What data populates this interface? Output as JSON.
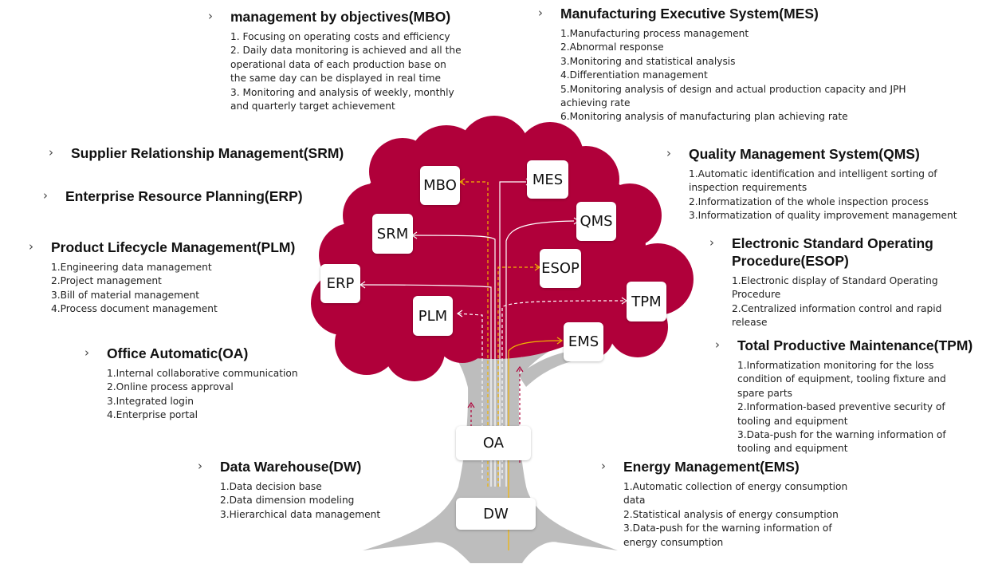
{
  "sections": {
    "mbo": {
      "title": "management by objectives(MBO)",
      "items": [
        "1. Focusing on operating costs and efficiency",
        "2. Daily data monitoring is achieved and all the operational data of each production base on the same day can be displayed in real time",
        "3. Monitoring and analysis of weekly, monthly and quarterly target achievement"
      ]
    },
    "mes": {
      "title": "Manufacturing Executive System(MES)",
      "items": [
        "1.Manufacturing process management",
        "2.Abnormal response",
        "3.Monitoring and statistical analysis",
        "4.Differentiation management",
        "5.Monitoring analysis of design and actual production capacity and JPH achieving rate",
        "6.Monitoring analysis of manufacturing plan achieving rate"
      ]
    },
    "srm": {
      "title": "Supplier Relationship Management(SRM)"
    },
    "erp": {
      "title": "Enterprise Resource Planning(ERP)"
    },
    "plm": {
      "title": "Product Lifecycle Management(PLM)",
      "items": [
        "1.Engineering data management",
        "2.Project management",
        "3.Bill of material management",
        "4.Process document management"
      ]
    },
    "oa": {
      "title": "Office Automatic(OA)",
      "items": [
        "1.Internal collaborative communication",
        "2.Online process approval",
        "3.Integrated login",
        "4.Enterprise portal"
      ]
    },
    "dw": {
      "title": "Data Warehouse(DW)",
      "items": [
        "1.Data decision base",
        "2.Data dimension modeling",
        "3.Hierarchical data management"
      ]
    },
    "qms": {
      "title": "Quality Management System(QMS)",
      "items": [
        "1.Automatic identification and intelligent sorting of inspection requirements",
        "2.Informatization of the whole inspection process",
        "3.Informatization of quality improvement management"
      ]
    },
    "esop": {
      "title": "Electronic Standard Operating Procedure(ESOP)",
      "items": [
        "1.Electronic display of Standard Operating Procedure",
        "2.Centralized information control and rapid release"
      ]
    },
    "tpm": {
      "title": "Total Productive Maintenance(TPM)",
      "items": [
        "1.Informatization monitoring for the loss condition of equipment, tooling fixture and spare parts",
        "2.Information-based preventive security of tooling and equipment",
        "3.Data-push for the warning information of tooling and equipment"
      ]
    },
    "ems": {
      "title": "Energy Management(EMS)",
      "items": [
        "1.Automatic collection of energy consumption data",
        "2.Statistical analysis of energy consumption",
        "3.Data-push for the warning information of energy consumption"
      ]
    }
  },
  "nodes": {
    "mbo": "MBO",
    "mes": "MES",
    "srm": "SRM",
    "qms": "QMS",
    "esop": "ESOP",
    "erp": "ERP",
    "tpm": "TPM",
    "plm": "PLM",
    "ems": "EMS",
    "oa": "OA",
    "dw": "DW"
  },
  "colors": {
    "crown": "#b0003a",
    "trunk": "#bdbdbd",
    "arrow_white": "#ffffff",
    "arrow_yellow": "#f2b500",
    "arrow_red": "#b0003a"
  },
  "icons": {
    "chevron": "›"
  }
}
